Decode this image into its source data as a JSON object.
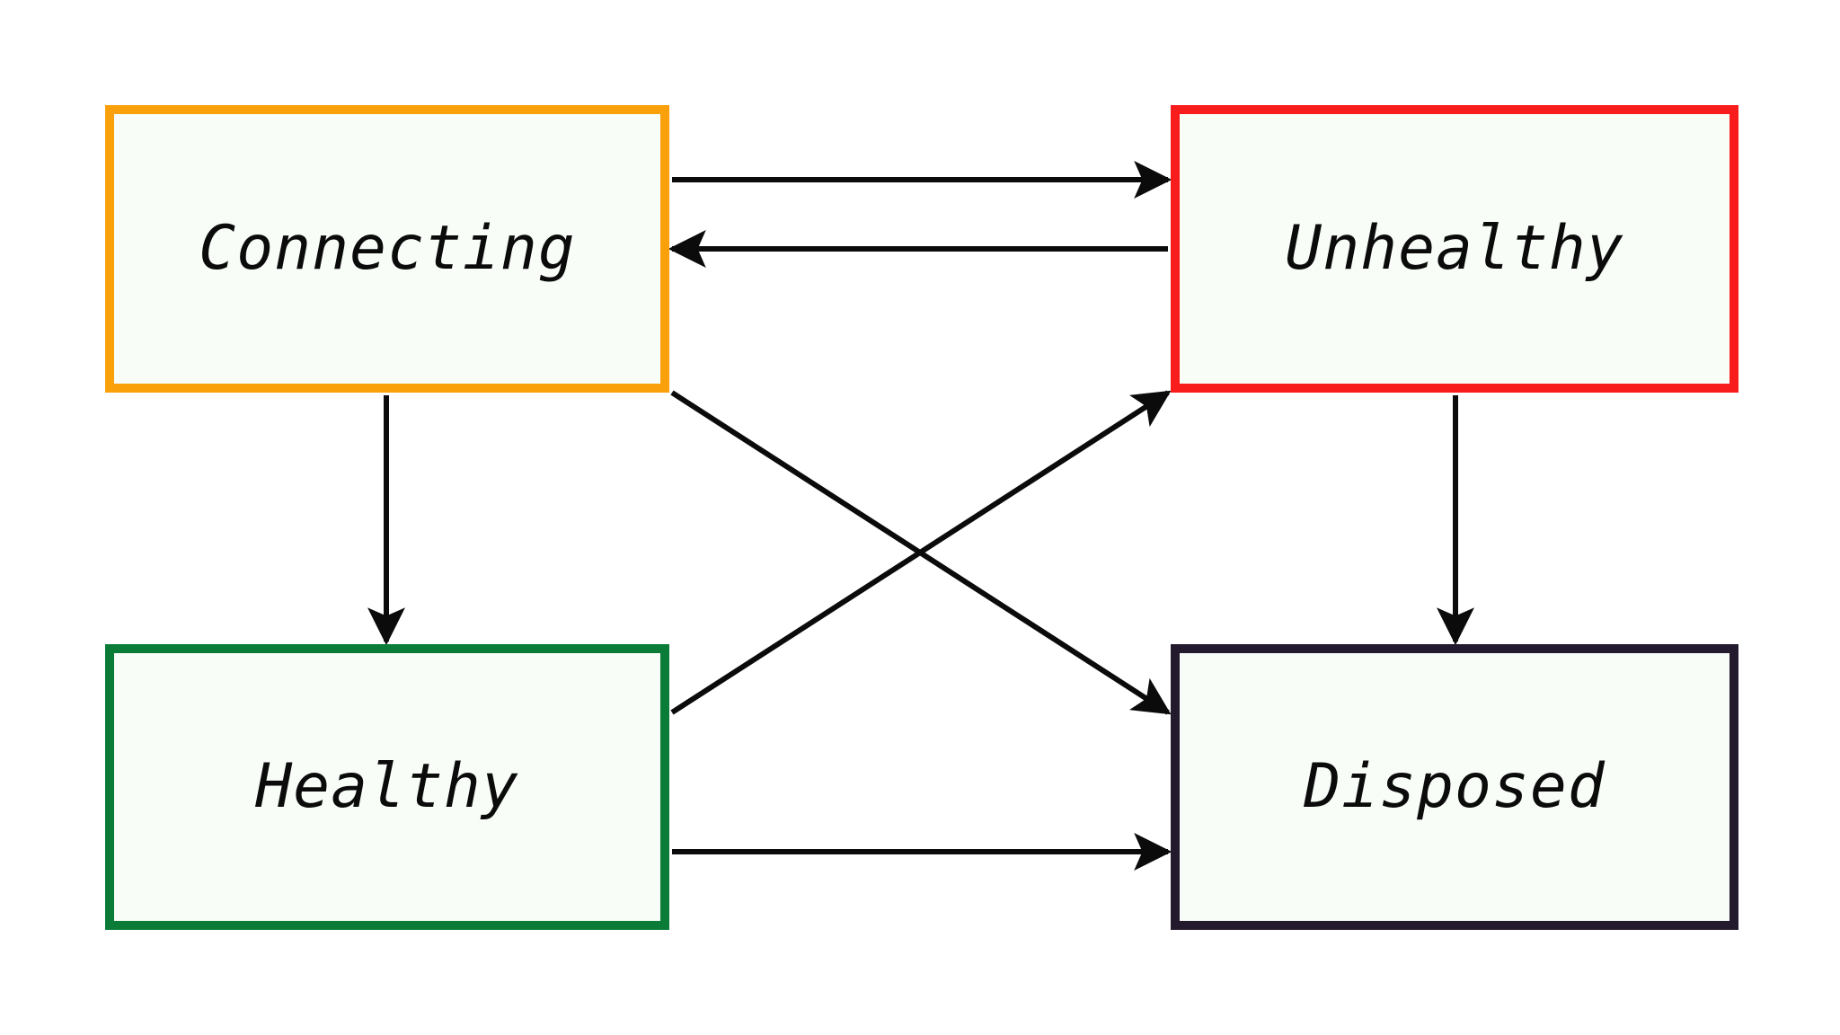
{
  "diagram": {
    "type": "state-transition-diagram",
    "background_color": "#ffffff",
    "node_fill_color": "#f8fdf8",
    "edge_color": "#0b0b0b",
    "nodes": [
      {
        "id": "connecting",
        "label": "Connecting",
        "border_color": "#f9a00b",
        "color_name": "orange"
      },
      {
        "id": "unhealthy",
        "label": "Unhealthy",
        "border_color": "#f91c1c",
        "color_name": "red"
      },
      {
        "id": "healthy",
        "label": "Healthy",
        "border_color": "#0a7c37",
        "color_name": "green"
      },
      {
        "id": "disposed",
        "label": "Disposed",
        "border_color": "#241a2e",
        "color_name": "dark-purple"
      }
    ],
    "edges": [
      {
        "id": "connecting-to-unhealthy",
        "from": "connecting",
        "to": "unhealthy",
        "label": "",
        "style": "horizontal"
      },
      {
        "id": "unhealthy-to-connecting",
        "from": "unhealthy",
        "to": "connecting",
        "label": "",
        "style": "horizontal"
      },
      {
        "id": "connecting-to-healthy",
        "from": "connecting",
        "to": "healthy",
        "label": "",
        "style": "vertical"
      },
      {
        "id": "connecting-to-disposed",
        "from": "connecting",
        "to": "disposed",
        "label": "",
        "style": "diagonal"
      },
      {
        "id": "healthy-to-unhealthy",
        "from": "healthy",
        "to": "unhealthy",
        "label": "",
        "style": "diagonal"
      },
      {
        "id": "healthy-to-disposed",
        "from": "healthy",
        "to": "disposed",
        "label": "",
        "style": "horizontal"
      },
      {
        "id": "unhealthy-to-disposed",
        "from": "unhealthy",
        "to": "disposed",
        "label": "",
        "style": "vertical"
      }
    ]
  }
}
